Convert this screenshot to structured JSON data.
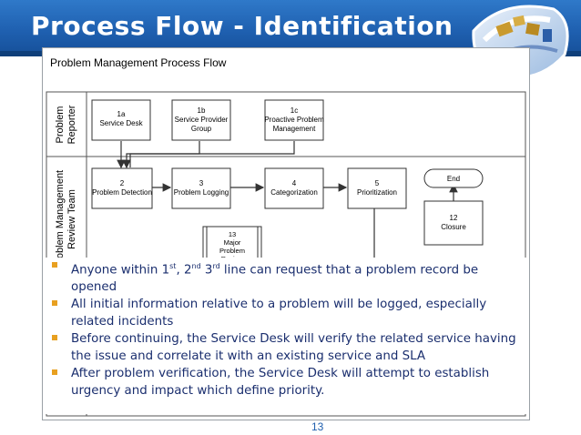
{
  "slide": {
    "title": "Process Flow - Identification",
    "page_number": "13"
  },
  "diagram": {
    "title": "Problem Management Process Flow",
    "lanes": [
      {
        "label_line1": "Problem",
        "label_line2": "Reporter"
      },
      {
        "label_line1": "Problem Management",
        "label_line2": "Review Team"
      }
    ],
    "nodes": {
      "n1a": {
        "id": "1a",
        "label": "Service Desk"
      },
      "n1b": {
        "id": "1b",
        "label_line1": "Service Provider",
        "label_line2": "Group"
      },
      "n1c": {
        "id": "1c",
        "label_line1": "Proactive Problem",
        "label_line2": "Management"
      },
      "n2": {
        "id": "2",
        "label": "Problem Detection"
      },
      "n3": {
        "id": "3",
        "label": "Problem Logging"
      },
      "n4": {
        "id": "4",
        "label": "Categorization"
      },
      "n5": {
        "id": "5",
        "label": "Prioritization"
      },
      "n12": {
        "id": "12",
        "label": "Closure"
      },
      "n13": {
        "id": "13",
        "label_line1": "Major",
        "label_line2": "Problem",
        "label_line3": "Review"
      },
      "end": {
        "label": "End"
      }
    }
  },
  "bullets": [
    {
      "pre": "Anyone within 1",
      "sup1": "st",
      "mid1": ", 2",
      "sup2": "nd",
      "mid2": " 3",
      "sup3": "rd",
      "post": " line can request that a problem record be opened"
    },
    {
      "text": "All initial information relative to a problem will be logged, especially related incidents"
    },
    {
      "text": "Before continuing, the Service Desk will verify the related service having the issue and correlate it with an existing service and SLA"
    },
    {
      "text": "After problem verification, the Service Desk will attempt to establish urgency and impact which define priority."
    }
  ],
  "colors": {
    "header": "#1f60b0",
    "bullet_marker": "#e8a020",
    "bullet_text": "#1a2e6e",
    "node_border": "#333333"
  }
}
